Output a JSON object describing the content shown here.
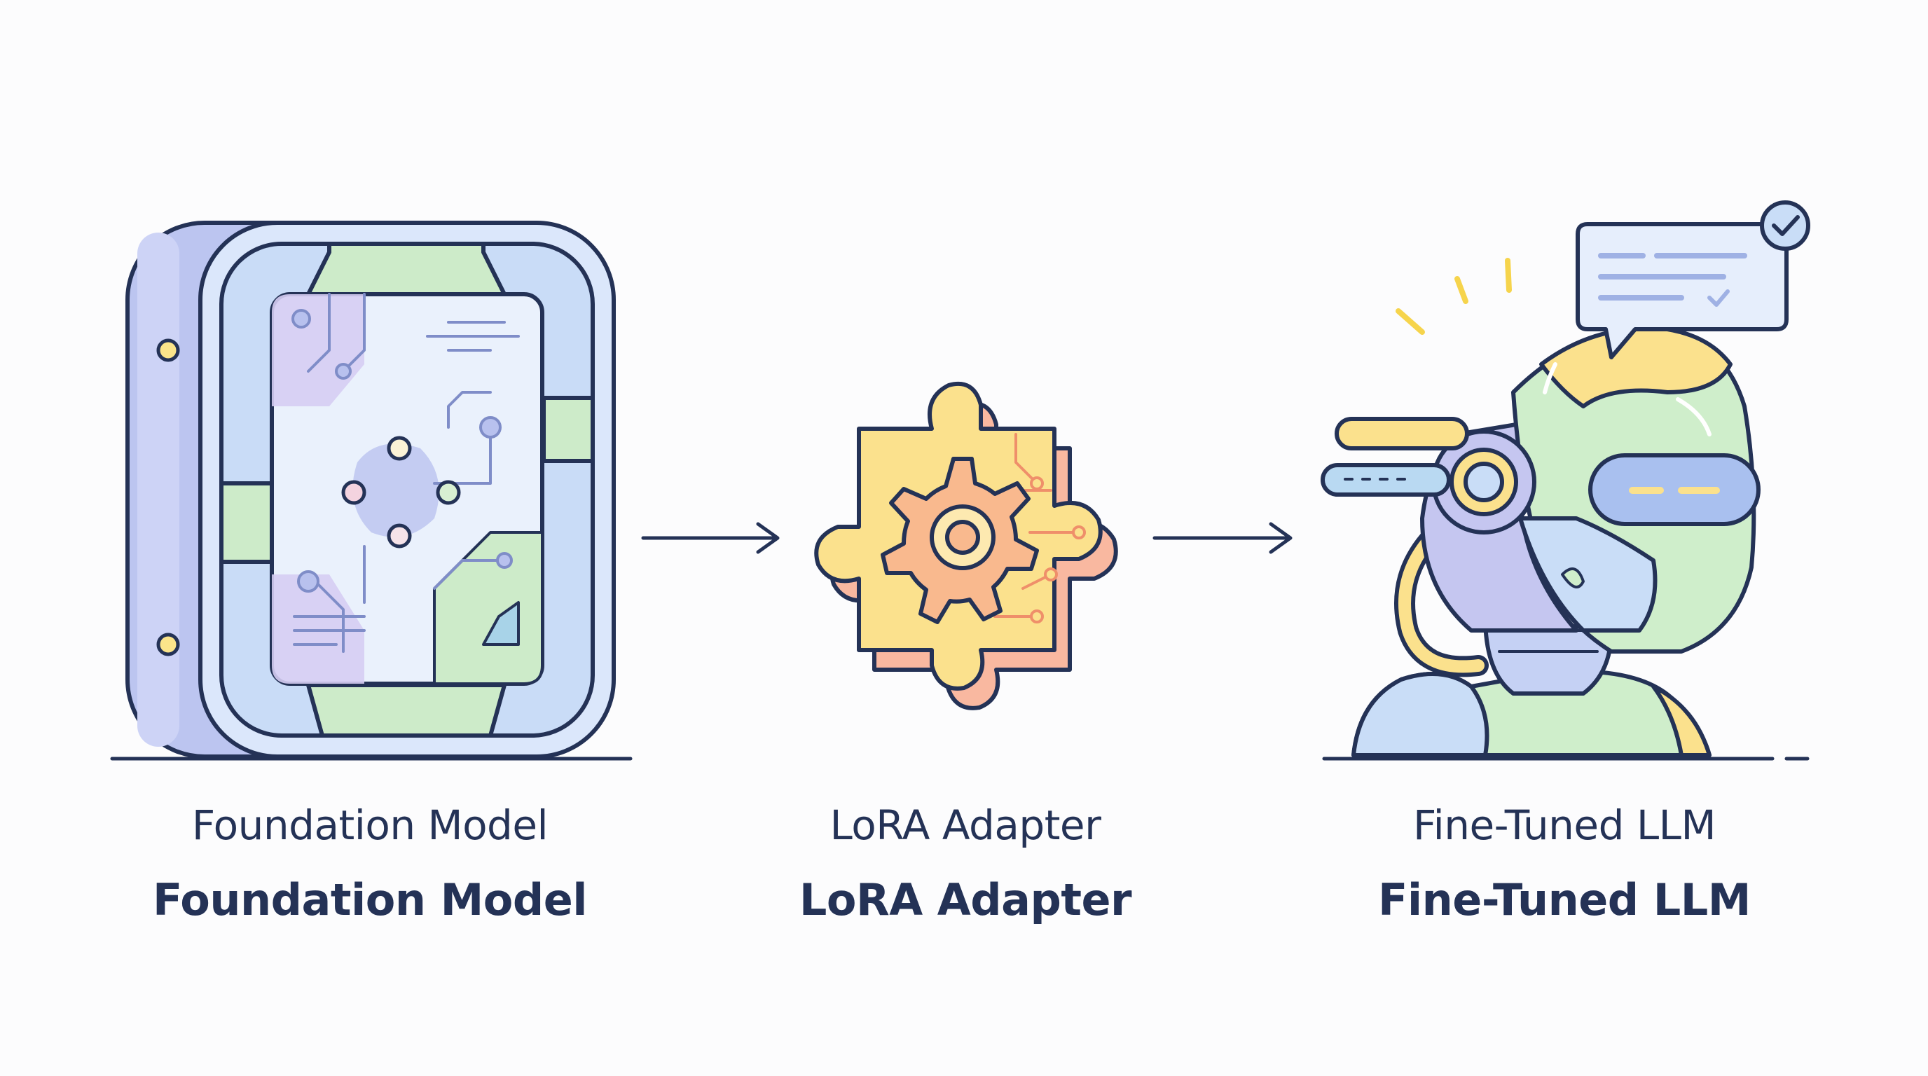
{
  "stages": [
    {
      "id": "foundation",
      "label": "Foundation Model",
      "label_bold": "Foundation Model",
      "icon": "circuit-chip-icon"
    },
    {
      "id": "lora",
      "label": "LoRA Adapter",
      "label_bold": "LoRA Adapter",
      "icon": "puzzle-gear-icon"
    },
    {
      "id": "finetuned",
      "label": "Fine-Tuned LLM",
      "label_bold": "Fine-Tuned LLM",
      "icon": "robot-head-icon"
    }
  ],
  "connectors": [
    "arrow-right-icon",
    "arrow-right-icon"
  ],
  "colors": {
    "outline": "#243256",
    "blue": "#c5dcf7",
    "lavender": "#cfc9f2",
    "green": "#cfeecb",
    "yellow": "#fbe48a",
    "peach": "#f9b8a0",
    "background": "#fcfcfd"
  }
}
